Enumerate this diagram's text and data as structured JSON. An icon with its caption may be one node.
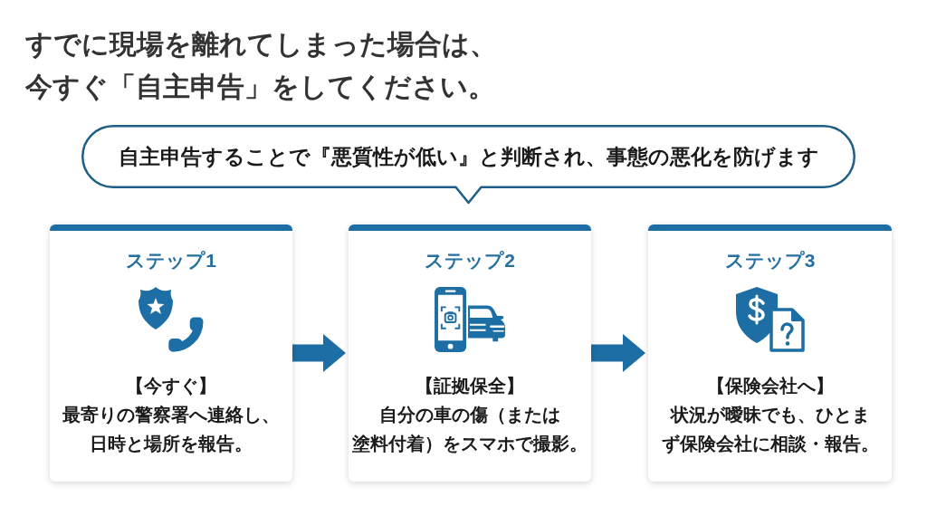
{
  "diagram": {
    "title": "すでに現場を離れてしまった場合は、今すぐ「自主申告」をしてください。",
    "nodes": [
      {
        "text": [
          "自主申告することで『悪質性が低い』と判断され、事態の悪化を防げます"
        ]
      },
      {
        "text": [
          "ステップ1",
          "【今すぐ】",
          "最寄りの警察署へ連絡し、日時と場所を報告。"
        ]
      },
      {
        "text": [
          "ステップ2",
          "【証拠保全】",
          "自分の車の傷（または塗料付着）をスマホで撮影。"
        ]
      },
      {
        "text": [
          "ステップ3",
          "【保険会社へ】",
          "状況が曖昧でも、ひとまず保険会社に相談・報告。"
        ]
      }
    ],
    "edges": [
      {
        "from": 1,
        "to": 2,
        "arrow": "to"
      },
      {
        "from": 2,
        "to": 3,
        "arrow": "to"
      }
    ]
  }
}
